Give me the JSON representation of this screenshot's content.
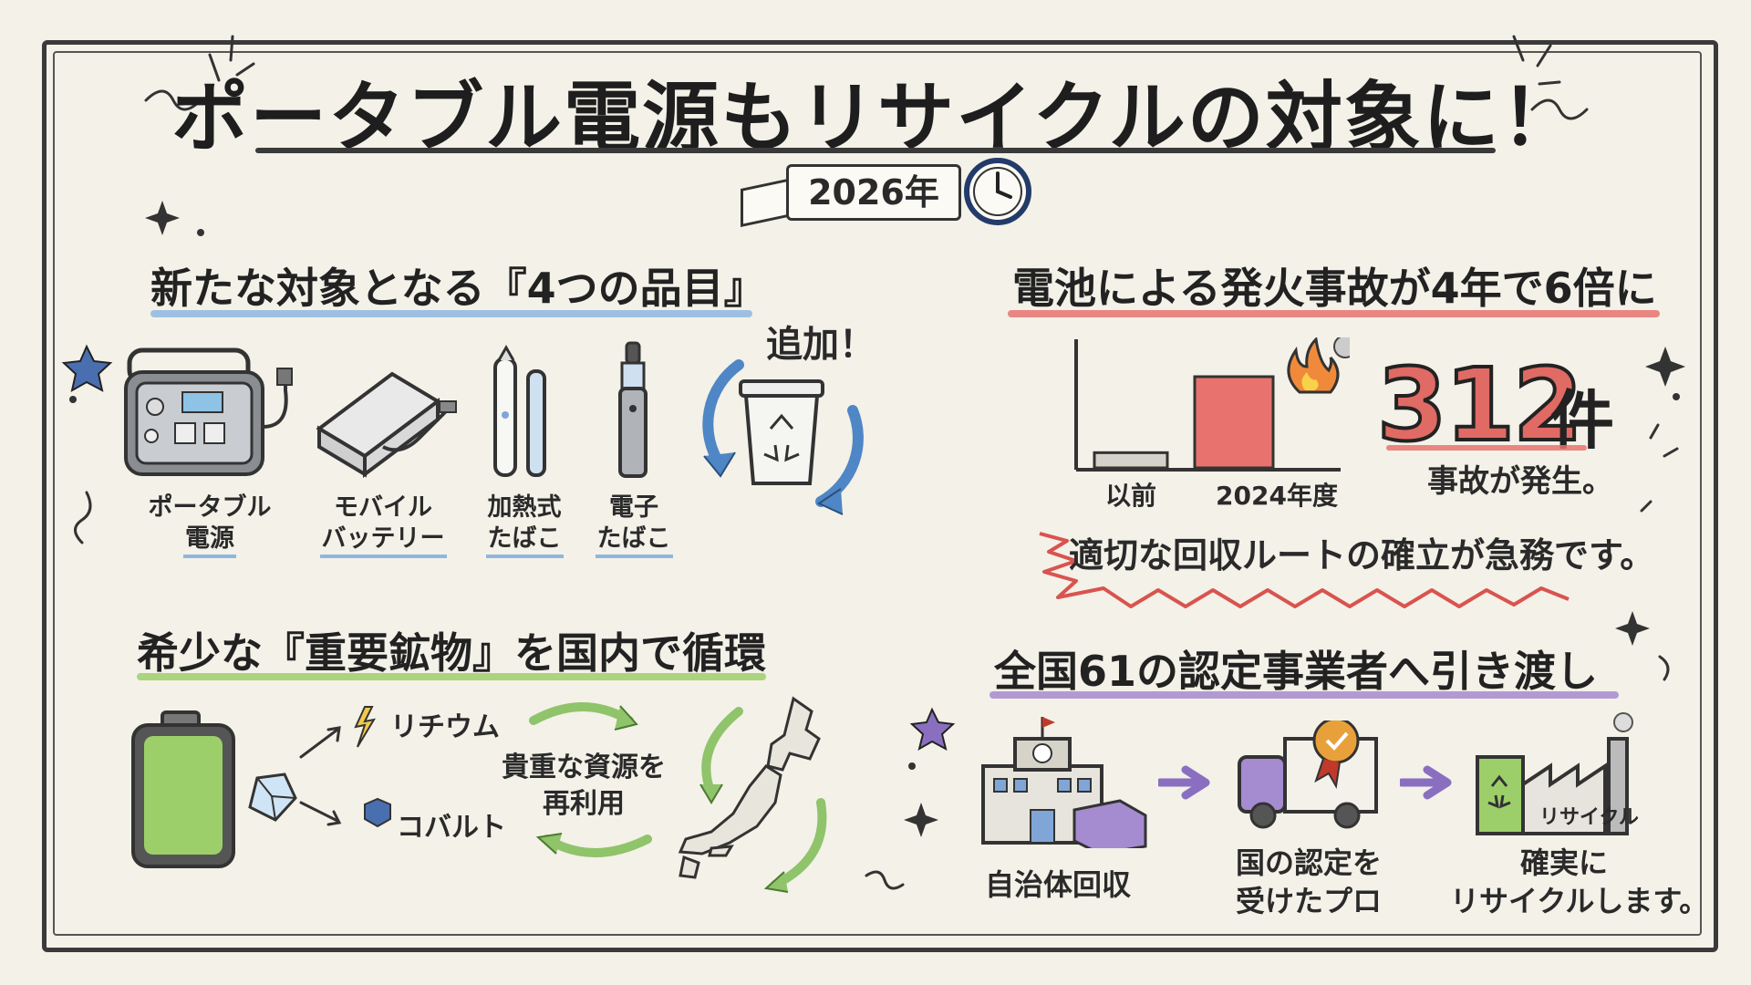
{
  "title": "ポータブル電源もリサイクルの対象に！",
  "year": "2026年",
  "colors": {
    "blue": "#8fb6e0",
    "red": "#e8736e",
    "green": "#9ccf6a",
    "purple": "#a58bd0"
  },
  "section_items": {
    "heading": "新たな対象となる『4つの品目』",
    "items": [
      {
        "line1": "ポータブル",
        "line2": "電源"
      },
      {
        "line1": "モバイル",
        "line2": "バッテリー"
      },
      {
        "line1": "加熱式",
        "line2": "たばこ"
      },
      {
        "line1": "電子",
        "line2": "たばこ"
      }
    ],
    "added_label": "追加！"
  },
  "section_fire": {
    "heading": "電池による発火事故が4年で6倍に",
    "chart_data": {
      "type": "bar",
      "categories": [
        "以前",
        "2024年度"
      ],
      "values": [
        52,
        312
      ],
      "title": "",
      "xlabel": "",
      "ylabel": ""
    },
    "number": "312",
    "unit": "件",
    "caption": "事故が発生。",
    "callout": "適切な回収ルートの確立が急務です。"
  },
  "section_minerals": {
    "heading": "希少な『重要鉱物』を国内で循環",
    "mineral1": "リチウム",
    "mineral2": "コバルト",
    "reuse_line1": "貴重な資源を",
    "reuse_line2": "再利用"
  },
  "section_flow": {
    "heading": "全国61の認定事業者へ引き渡し",
    "factory_sign": "リサイクル",
    "steps": [
      {
        "line1": "自治体回収",
        "line2": ""
      },
      {
        "line1": "国の認定を",
        "line2": "受けたプロ"
      },
      {
        "line1": "確実に",
        "line2": "リサイクルします。"
      }
    ]
  }
}
